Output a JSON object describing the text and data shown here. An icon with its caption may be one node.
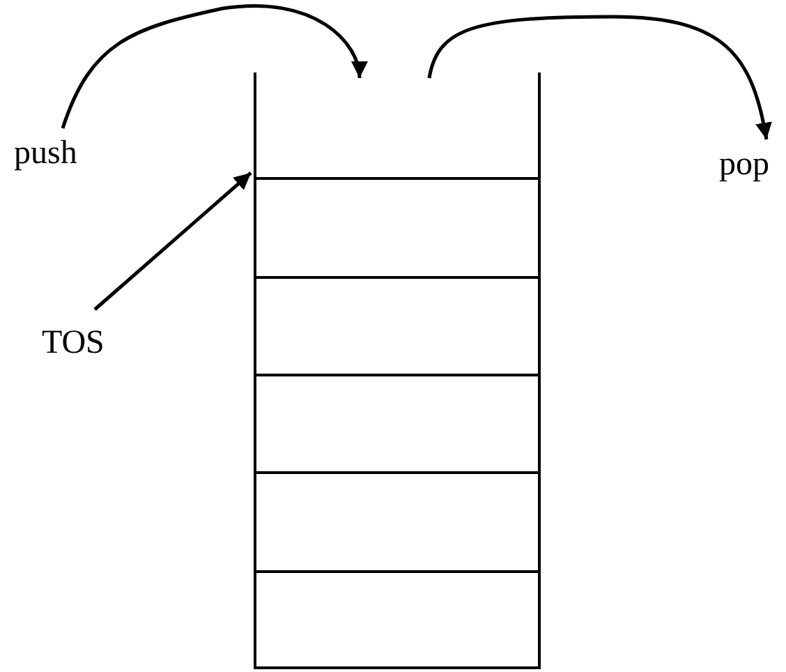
{
  "diagram": {
    "nodes": [
      {
        "text": [
          "push"
        ]
      },
      {
        "text": [
          "pop"
        ]
      },
      {
        "text": [
          "TOS"
        ]
      },
      {
        "text": [],
        "shape": "box"
      },
      {
        "text": [],
        "shape": "box",
        "in": 3
      },
      {
        "text": [],
        "shape": "box",
        "in": 3
      },
      {
        "text": [],
        "shape": "box",
        "in": 3
      },
      {
        "text": [],
        "shape": "box",
        "in": 3
      },
      {
        "text": [],
        "shape": "box",
        "in": 3
      }
    ],
    "edges": [
      {
        "from": 0,
        "to": 3,
        "arrow": "to"
      },
      {
        "from": 3,
        "to": 1,
        "arrow": "to"
      },
      {
        "from": 2,
        "to": 4,
        "arrow": "to"
      }
    ]
  }
}
